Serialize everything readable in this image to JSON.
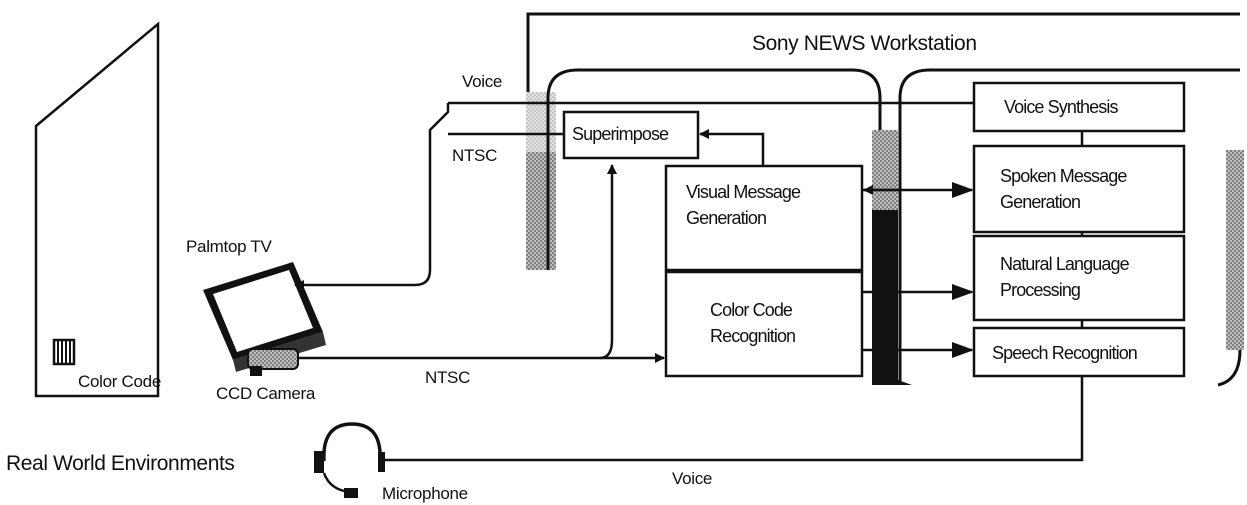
{
  "workstation": {
    "title": "Sony NEWS Workstation"
  },
  "boxes": {
    "superimpose": "Superimpose",
    "visual_message": [
      "Visual Message",
      "Generation"
    ],
    "color_code_recognition": [
      "Color Code",
      "Recognition"
    ],
    "voice_synthesis": "Voice Synthesis",
    "spoken_message": [
      "Spoken Message",
      "Generation"
    ],
    "natural_language": [
      "Natural Language",
      "Processing"
    ],
    "speech_recognition": "Speech Recognition"
  },
  "labels": {
    "voice_top": "Voice",
    "ntsc_top": "NTSC",
    "palmtop_tv": "Palmtop TV",
    "color_code": "Color Code",
    "ccd_camera": "CCD Camera",
    "ntsc_bottom": "NTSC",
    "real_world": "Real World Environments",
    "microphone": "Microphone",
    "voice_bottom": "Voice"
  },
  "colors": {
    "ink": "#111111",
    "shade": "#8a8a8a",
    "paper": "#ffffff"
  }
}
